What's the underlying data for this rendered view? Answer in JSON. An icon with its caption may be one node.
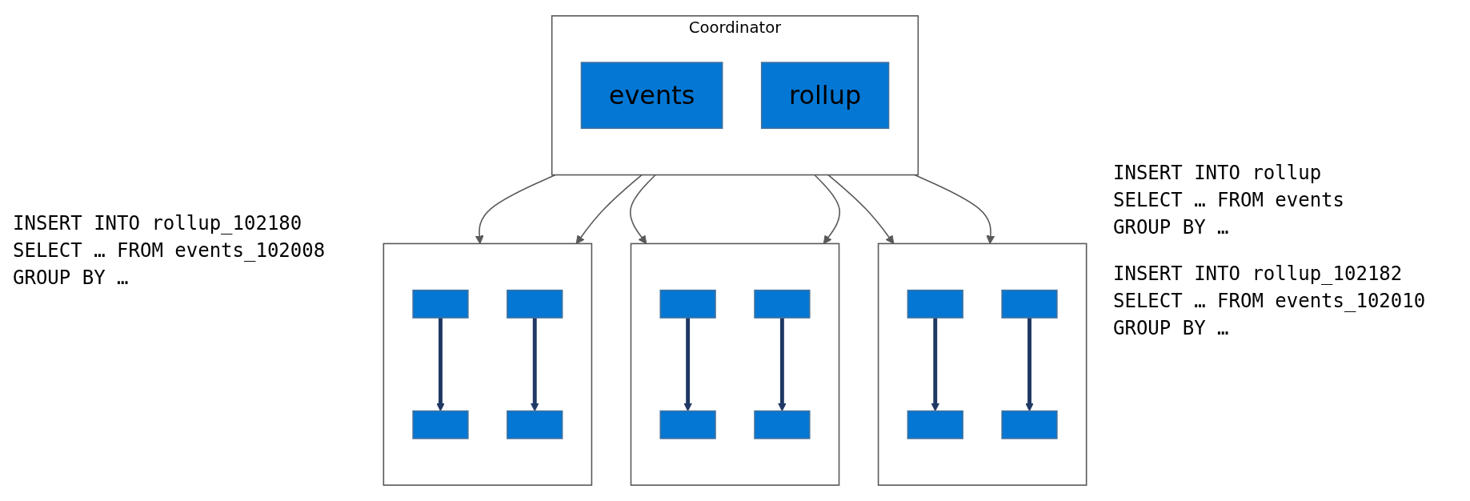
{
  "diagram": {
    "nodes": [
      {
        "text": [
          "Coordinator"
        ]
      },
      {
        "text": [
          "events"
        ],
        "in": 0
      },
      {
        "text": [
          "rollup"
        ],
        "in": 0
      },
      {
        "text": [],
        "shape": "box"
      },
      {
        "text": [],
        "shape": "box",
        "in": 3
      },
      {
        "text": [],
        "shape": "box",
        "in": 3
      },
      {
        "text": [],
        "shape": "box",
        "in": 3
      },
      {
        "text": [],
        "shape": "box",
        "in": 3
      },
      {
        "text": [],
        "shape": "box"
      },
      {
        "text": [],
        "shape": "box",
        "in": 8
      },
      {
        "text": [],
        "shape": "box",
        "in": 8
      },
      {
        "text": [],
        "shape": "box",
        "in": 8
      },
      {
        "text": [],
        "shape": "box",
        "in": 8
      },
      {
        "text": [],
        "shape": "box"
      },
      {
        "text": [],
        "shape": "box",
        "in": 13
      },
      {
        "text": [],
        "shape": "box",
        "in": 13
      },
      {
        "text": [],
        "shape": "box",
        "in": 13
      },
      {
        "text": [],
        "shape": "box",
        "in": 13
      }
    ],
    "edges": [
      {
        "from": 0,
        "to": 3,
        "arrow": "to"
      },
      {
        "from": 0,
        "to": 3,
        "arrow": "to"
      },
      {
        "from": 0,
        "to": 8,
        "arrow": "to"
      },
      {
        "from": 0,
        "to": 8,
        "arrow": "to"
      },
      {
        "from": 0,
        "to": 13,
        "arrow": "to"
      },
      {
        "from": 0,
        "to": 13,
        "arrow": "to"
      },
      {
        "from": 4,
        "to": 6,
        "arrow": "to",
        "style": "thick",
        "color": "#1f3864"
      },
      {
        "from": 5,
        "to": 7,
        "arrow": "to",
        "style": "thick",
        "color": "#1f3864"
      },
      {
        "from": 9,
        "to": 11,
        "arrow": "to",
        "style": "thick",
        "color": "#1f3864"
      },
      {
        "from": 10,
        "to": 12,
        "arrow": "to",
        "style": "thick",
        "color": "#1f3864"
      },
      {
        "from": 14,
        "to": 16,
        "arrow": "to",
        "style": "thick",
        "color": "#1f3864"
      },
      {
        "from": 15,
        "to": 17,
        "arrow": "to",
        "style": "thick",
        "color": "#1f3864"
      }
    ],
    "labels": [
      "INSERT INTO rollup",
      "SELECT … FROM events",
      "GROUP BY …",
      "INSERT INTO rollup_102180",
      "SELECT … FROM events_102008",
      "GROUP BY …",
      "INSERT INTO rollup_102182",
      "SELECT … FROM events_102010",
      "GROUP BY …"
    ]
  }
}
